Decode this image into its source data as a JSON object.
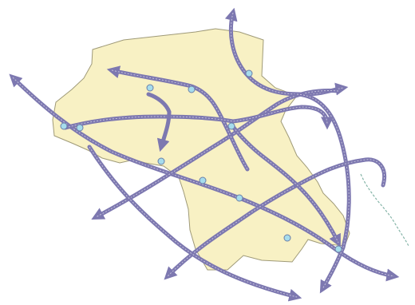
{
  "colors": {
    "background": "#ffffff",
    "region_fill": "#f8f1c4",
    "region_stroke": "#9f9a78",
    "route": "#7d78b0",
    "route_dash": "#ffffff",
    "station_fill": "#a6dcec",
    "station_stroke": "#6a7fa8",
    "river": "#86b5a8"
  },
  "map": {
    "region": {
      "icon": "city-boundary"
    },
    "routes": [
      {
        "id": "north-loop",
        "icon": "arrow-up-icon"
      },
      {
        "id": "west-diagonal",
        "icon": "arrow-left-icon"
      },
      {
        "id": "center-to-southwest",
        "icon": "arrow-down-left-icon"
      },
      {
        "id": "east-arc",
        "icon": "arrow-down-icon"
      },
      {
        "id": "southeast-line",
        "icon": "arrow-down-right-icon"
      },
      {
        "id": "spur-inner",
        "icon": "arrow-down-icon"
      },
      {
        "id": "south-arc",
        "icon": "arrow-right-icon"
      },
      {
        "id": "east-loop",
        "icon": "arrow-right-icon"
      },
      {
        "id": "southwest-line",
        "icon": "arrow-down-left-icon"
      }
    ],
    "stations_count_note": ""
  }
}
